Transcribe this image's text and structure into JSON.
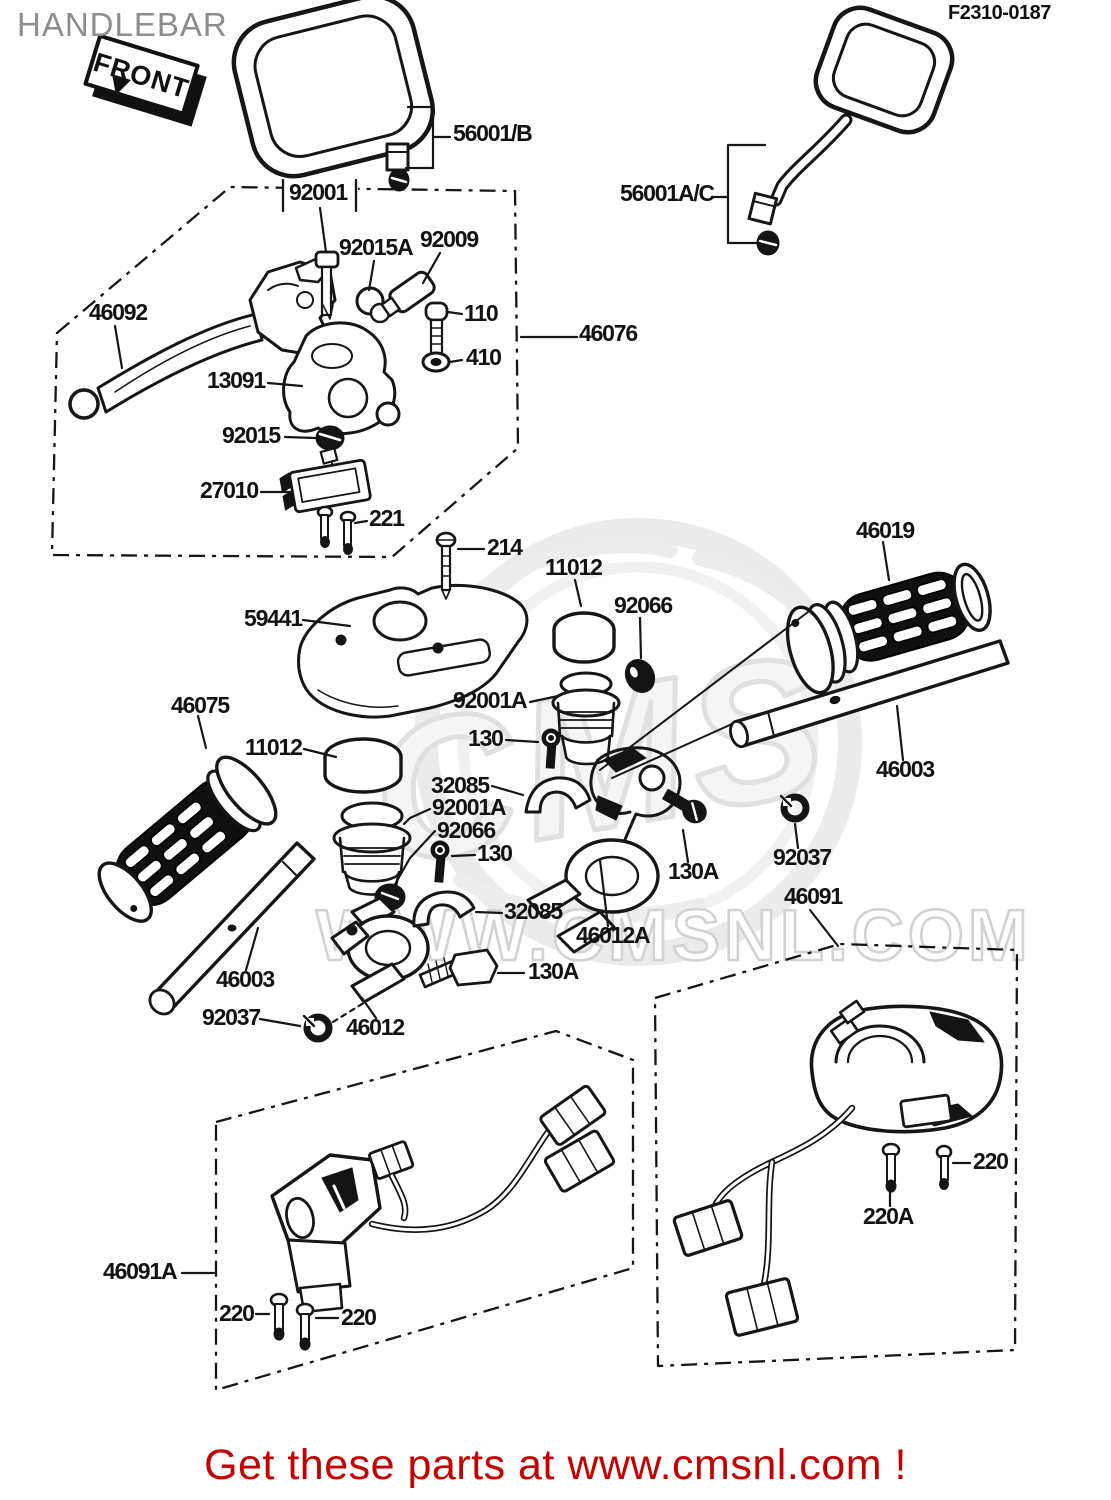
{
  "page": {
    "title": "HANDLEBAR",
    "figure_code": "F2310-0187",
    "front_marker": "FRONT"
  },
  "watermark": {
    "logo_text": "CMS",
    "site_text": "WWW.CMSNL.COM"
  },
  "footer": {
    "banner_text": "Get these parts at www.cmsnl.com !"
  },
  "part_labels": [
    {
      "text": "56001/B"
    },
    {
      "text": "56001A/C"
    },
    {
      "text": "92001"
    },
    {
      "text": "92015A"
    },
    {
      "text": "92009"
    },
    {
      "text": "46092"
    },
    {
      "text": "110"
    },
    {
      "text": "410"
    },
    {
      "text": "46076"
    },
    {
      "text": "13091"
    },
    {
      "text": "92015"
    },
    {
      "text": "27010"
    },
    {
      "text": "221"
    },
    {
      "text": "214"
    },
    {
      "text": "59441"
    },
    {
      "text": "11012"
    },
    {
      "text": "92066"
    },
    {
      "text": "46019"
    },
    {
      "text": "92001A"
    },
    {
      "text": "130"
    },
    {
      "text": "46075"
    },
    {
      "text": "11012"
    },
    {
      "text": "32085"
    },
    {
      "text": "92001A"
    },
    {
      "text": "92066"
    },
    {
      "text": "130"
    },
    {
      "text": "46003"
    },
    {
      "text": "92037"
    },
    {
      "text": "130A"
    },
    {
      "text": "46091"
    },
    {
      "text": "32085"
    },
    {
      "text": "46012A"
    },
    {
      "text": "46003"
    },
    {
      "text": "130A"
    },
    {
      "text": "92037"
    },
    {
      "text": "46012"
    },
    {
      "text": "46091A"
    },
    {
      "text": "220"
    },
    {
      "text": "220"
    },
    {
      "text": "220"
    },
    {
      "text": "220A"
    }
  ]
}
